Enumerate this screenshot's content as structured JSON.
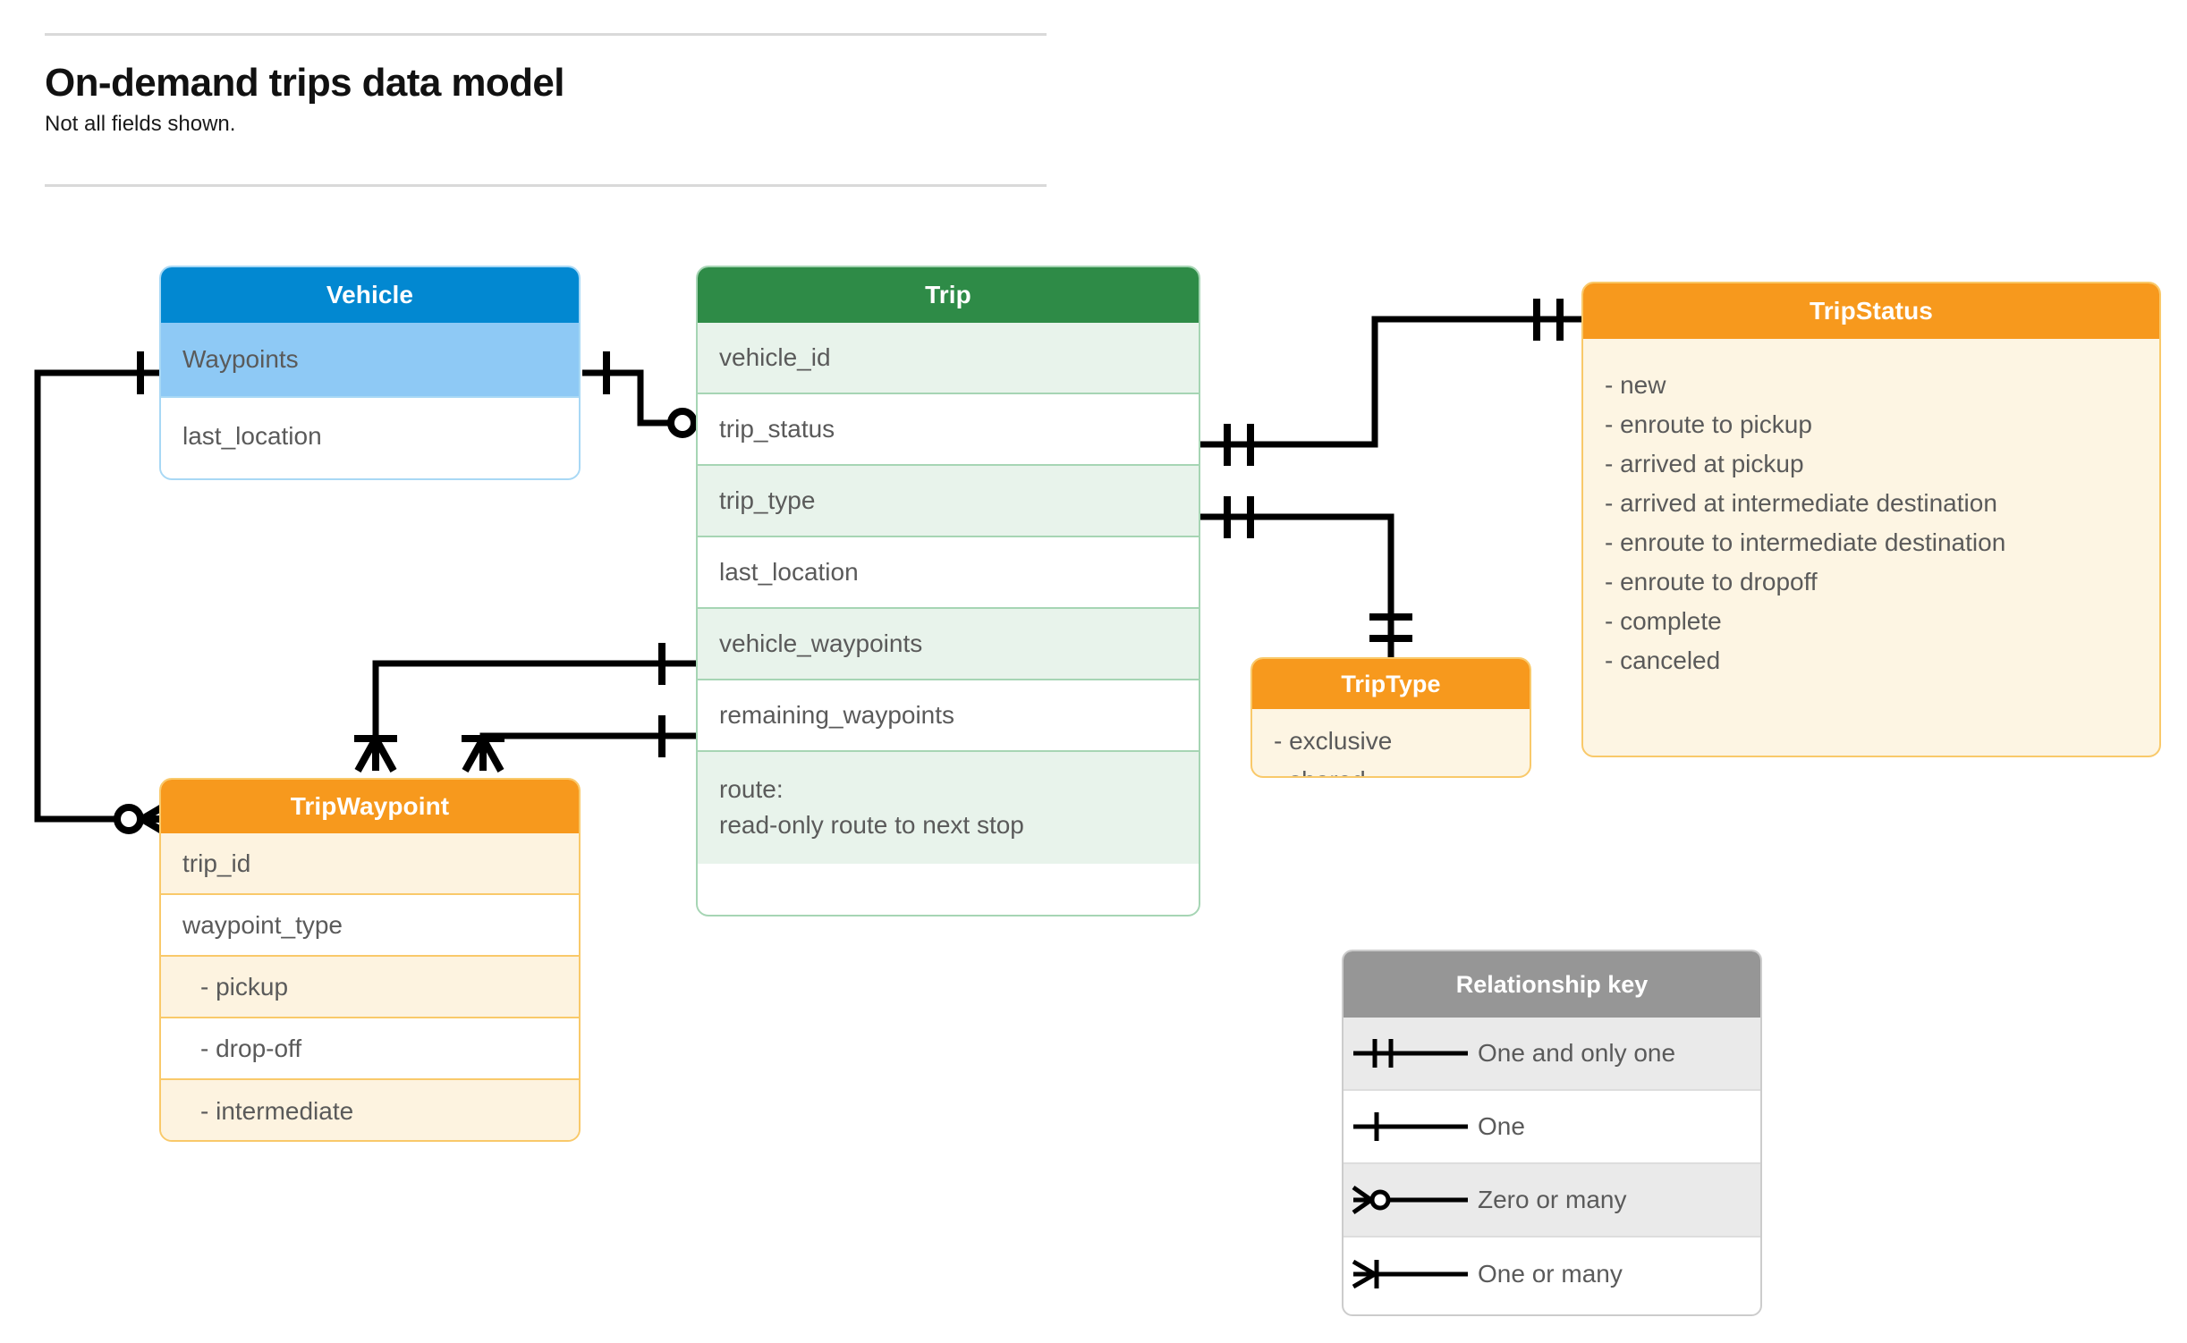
{
  "header": {
    "title": "On-demand trips data model",
    "subtitle": "Not all fields shown."
  },
  "entities": {
    "vehicle": {
      "name": "Vehicle",
      "header_color": "#0288d1",
      "rows": [
        {
          "label": "Waypoints"
        },
        {
          "label": "last_location"
        }
      ]
    },
    "trip": {
      "name": "Trip",
      "header_color": "#2e8b47",
      "rows": [
        {
          "label": "vehicle_id"
        },
        {
          "label": "trip_status"
        },
        {
          "label": "trip_type"
        },
        {
          "label": "last_location"
        },
        {
          "label": "vehicle_waypoints"
        },
        {
          "label": "remaining_waypoints"
        }
      ],
      "route_line1": "route:",
      "route_line2": "read-only route to next stop"
    },
    "trip_status": {
      "name": "TripStatus",
      "header_color": "#f7991d",
      "values": [
        "- new",
        "- enroute to pickup",
        "- arrived at pickup",
        "- arrived at intermediate destination",
        "- enroute to intermediate destination",
        "- enroute to dropoff",
        "- complete",
        "- canceled"
      ]
    },
    "trip_type": {
      "name": "TripType",
      "header_color": "#f7991d",
      "values": [
        "- exclusive",
        "- shared"
      ]
    },
    "trip_waypoint": {
      "name": "TripWaypoint",
      "header_color": "#f7991d",
      "rows": [
        {
          "label": "trip_id"
        },
        {
          "label": "waypoint_type"
        },
        {
          "label": "-  pickup"
        },
        {
          "label": "-  drop-off"
        },
        {
          "label": "-  intermediate"
        }
      ]
    }
  },
  "legend": {
    "title": "Relationship key",
    "items": [
      {
        "label": "One and only one",
        "notation": "one-and-only-one"
      },
      {
        "label": "One",
        "notation": "one"
      },
      {
        "label": "Zero or many",
        "notation": "zero-or-many"
      },
      {
        "label": "One or many",
        "notation": "one-or-many"
      }
    ]
  },
  "relationships": [
    {
      "from": "Vehicle",
      "to": "Trip.vehicle_id",
      "from_notation": "one",
      "to_notation": "zero-or-many"
    },
    {
      "from": "Vehicle.Waypoints",
      "to": "TripWaypoint",
      "from_notation": "one",
      "to_notation": "zero-or-many"
    },
    {
      "from": "Trip.trip_status",
      "to": "TripStatus",
      "from_notation": "one-and-only-one",
      "to_notation": "one-and-only-one"
    },
    {
      "from": "Trip.trip_type",
      "to": "TripType",
      "from_notation": "one-and-only-one",
      "to_notation": "one-and-only-one"
    },
    {
      "from": "Trip.vehicle_waypoints",
      "to": "TripWaypoint",
      "from_notation": "one",
      "to_notation": "one-or-many"
    },
    {
      "from": "Trip.remaining_waypoints",
      "to": "TripWaypoint",
      "from_notation": "one",
      "to_notation": "one-or-many"
    }
  ]
}
